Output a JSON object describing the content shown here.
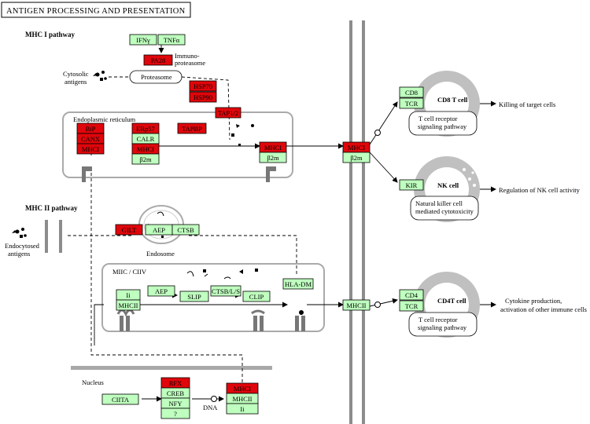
{
  "title": "ANTIGEN PROCESSING AND PRESENTATION",
  "colors": {
    "gene_found": "#e0060b",
    "gene_normal": "#bfffbf",
    "membrane": "#8c8c8c",
    "cell_body": "#c0c0c0"
  },
  "sections": {
    "mhc1_pathway": "MHC I pathway",
    "mhc2_pathway": "MHC II pathway",
    "er": "Endoplasmic reticulum",
    "endosome": "Endosome",
    "miic": "MIIC / CIIV",
    "nucleus": "Nucleus"
  },
  "labels": {
    "cytosolic_antigens": [
      "Cytosolic",
      "antigens"
    ],
    "endocytosed_antigens": [
      "Endocytosed",
      "antigens"
    ],
    "immunoproteasome": [
      "Immuno-",
      "proteasome"
    ],
    "proteasome": "Proteasome",
    "dna": "DNA"
  },
  "genes": {
    "ifng": "IFNγ",
    "tnfa": "TNFα",
    "pa28": "PA28",
    "hsp70": "HSP70",
    "hsp90": "HSP90",
    "tap12": "TAP1/2",
    "tapbp": "TAPBP",
    "bip": "BiP",
    "canx_er": "CANX",
    "mhc1_er": "MHCI",
    "erp57": "ERp57",
    "calr": "CALR",
    "mhc1_mid": "MHCI",
    "b2m_mid": "β2m",
    "mhc1_right": "MHCI",
    "b2m_right": "β2m",
    "mhc1_membrane": "MHCI",
    "b2m_membrane": "β2m",
    "gilt": "GILT",
    "aep_endo": "AEP",
    "ctsb": "CTSB",
    "ii": "Ii",
    "mhc2_miic": "MHCII",
    "aep_miic": "AEP",
    "slip": "SLIP",
    "ctsb_ls": "CTSB/L/S",
    "clip": "CLIP",
    "hla_dm": "HLA-DM",
    "mhc2_membrane": "MHCII",
    "ciita": "CIITA",
    "rfx": "RFX",
    "creb": "CREB",
    "nfy": "NFY",
    "unknown": "?",
    "mhc1_nuc": "MHCI",
    "mhc2_nuc": "MHCII",
    "ii_nuc": "Ii",
    "cd8": "CD8",
    "tcr_cd8": "TCR",
    "kir": "KIR",
    "cd4": "CD4",
    "tcr_cd4": "TCR"
  },
  "cells": {
    "cd8": {
      "name": "CD8 T cell",
      "pathway": [
        "T cell receptor",
        "signaling pathway"
      ],
      "outcome": "Killing of target cells"
    },
    "nk": {
      "name": "NK cell",
      "pathway": [
        "Natural killer cell",
        "mediated cytotoxicity"
      ],
      "outcome": "Regulation of NK cell activity"
    },
    "cd4": {
      "name": "CD4T cell",
      "pathway": [
        "T cell receptor",
        "signaling pathway"
      ],
      "outcome": [
        "Cytokine production,",
        "activation of other immune cells"
      ]
    }
  }
}
